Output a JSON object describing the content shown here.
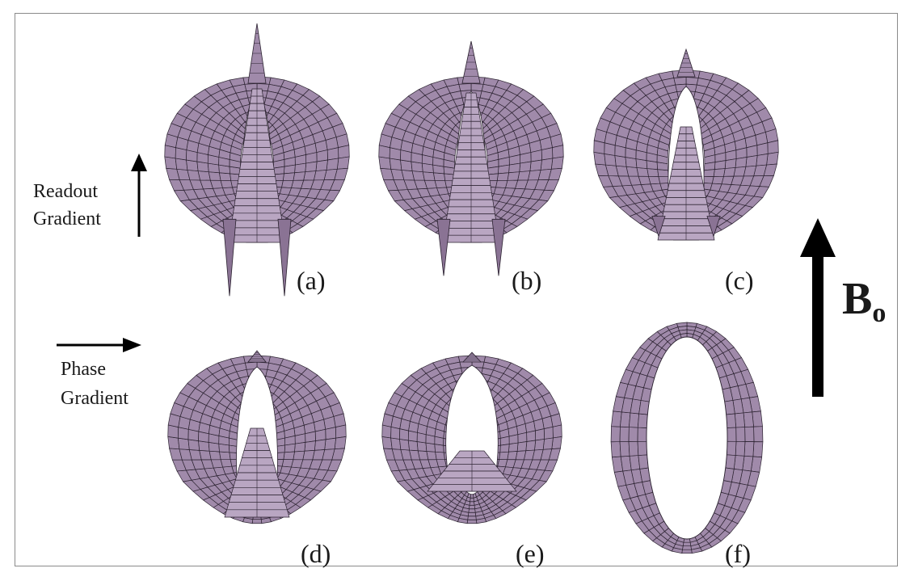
{
  "figure": {
    "panels": [
      {
        "id": "a",
        "label": "(a)",
        "shape": "cusped-heart",
        "tip": "large",
        "core": "full"
      },
      {
        "id": "b",
        "label": "(b)",
        "shape": "cusped-heart",
        "tip": "medium",
        "core": "full"
      },
      {
        "id": "c",
        "label": "(c)",
        "shape": "cusped-heart",
        "tip": "small",
        "core": "reduced"
      },
      {
        "id": "d",
        "label": "(d)",
        "shape": "heart-open",
        "tip": "none",
        "core": "small"
      },
      {
        "id": "e",
        "label": "(e)",
        "shape": "heart-open",
        "tip": "none",
        "core": "mound"
      },
      {
        "id": "f",
        "label": "(f)",
        "shape": "ellipse-ring",
        "tip": "none",
        "core": "none"
      }
    ],
    "readout_label_line1": "Readout",
    "readout_label_line2": "Gradient",
    "phase_label_line1": "Phase",
    "phase_label_line2": "Gradient",
    "b0_main": "B",
    "b0_sub": "o",
    "colors": {
      "mesh_fill": "#a08aaa",
      "mesh_fill_light": "#b9a6c2",
      "mesh_fill_dark": "#8a7394",
      "mesh_line": "#2b2230",
      "arrow": "#000000",
      "frame": "#8a8a8a"
    }
  }
}
